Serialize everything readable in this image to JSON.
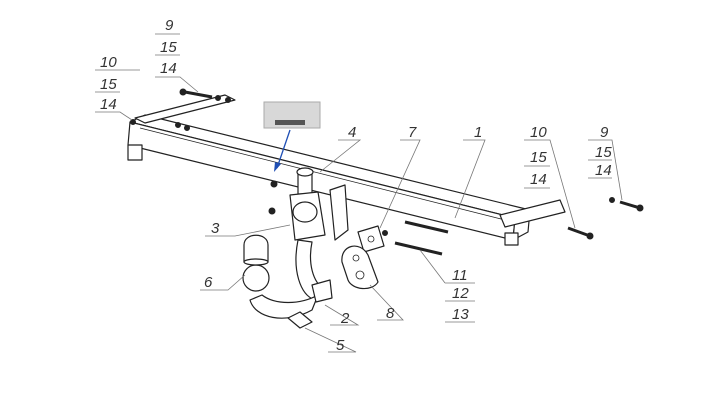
{
  "labels": {
    "top_left_stack": [
      "9",
      "15",
      "14"
    ],
    "left_stack": [
      "10",
      "15",
      "14"
    ],
    "right_stack_a": [
      "10",
      "15",
      "14"
    ],
    "right_stack_b": [
      "9",
      "15",
      "14"
    ],
    "bolt_stack": [
      "11",
      "12",
      "13"
    ],
    "frame": "1",
    "ball": "2",
    "socket_bracket": "3",
    "mount": "4",
    "cable_tie": "5",
    "cap": "6",
    "bracket_plate": "7",
    "socket_plate": "8"
  },
  "colors": {
    "arrow": "#1f4fb5"
  }
}
